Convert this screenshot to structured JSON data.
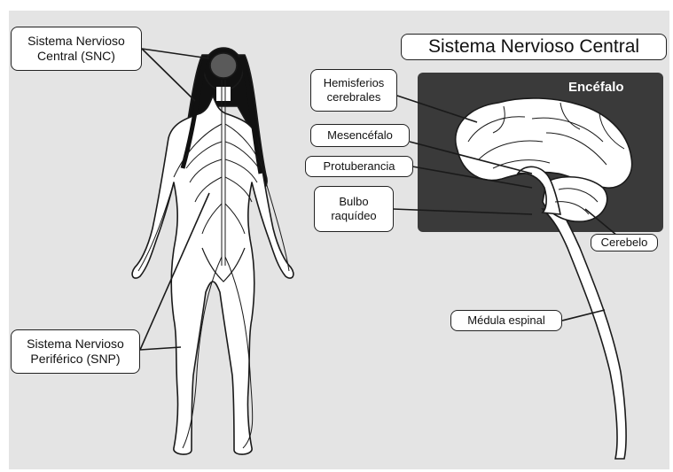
{
  "title": "Sistema Nervioso Central",
  "labels": {
    "snc": [
      "Sistema Nervioso",
      "Central (SNC)"
    ],
    "snp": [
      "Sistema Nervioso",
      "Periférico (SNP)"
    ],
    "encefalo": "Encéfalo",
    "hemisferios": [
      "Hemisferios",
      "cerebrales"
    ],
    "mesencefalo": "Mesencéfalo",
    "protuberancia": "Protuberancia",
    "bulbo": [
      "Bulbo",
      "raquídeo"
    ],
    "cerebelo": "Cerebelo",
    "medula": "Médula espinal"
  },
  "colors": {
    "background": "#e4e4e4",
    "encefalo_box": "#3a3a3a",
    "brain_region": "#555555",
    "outline": "#1a1a1a"
  }
}
